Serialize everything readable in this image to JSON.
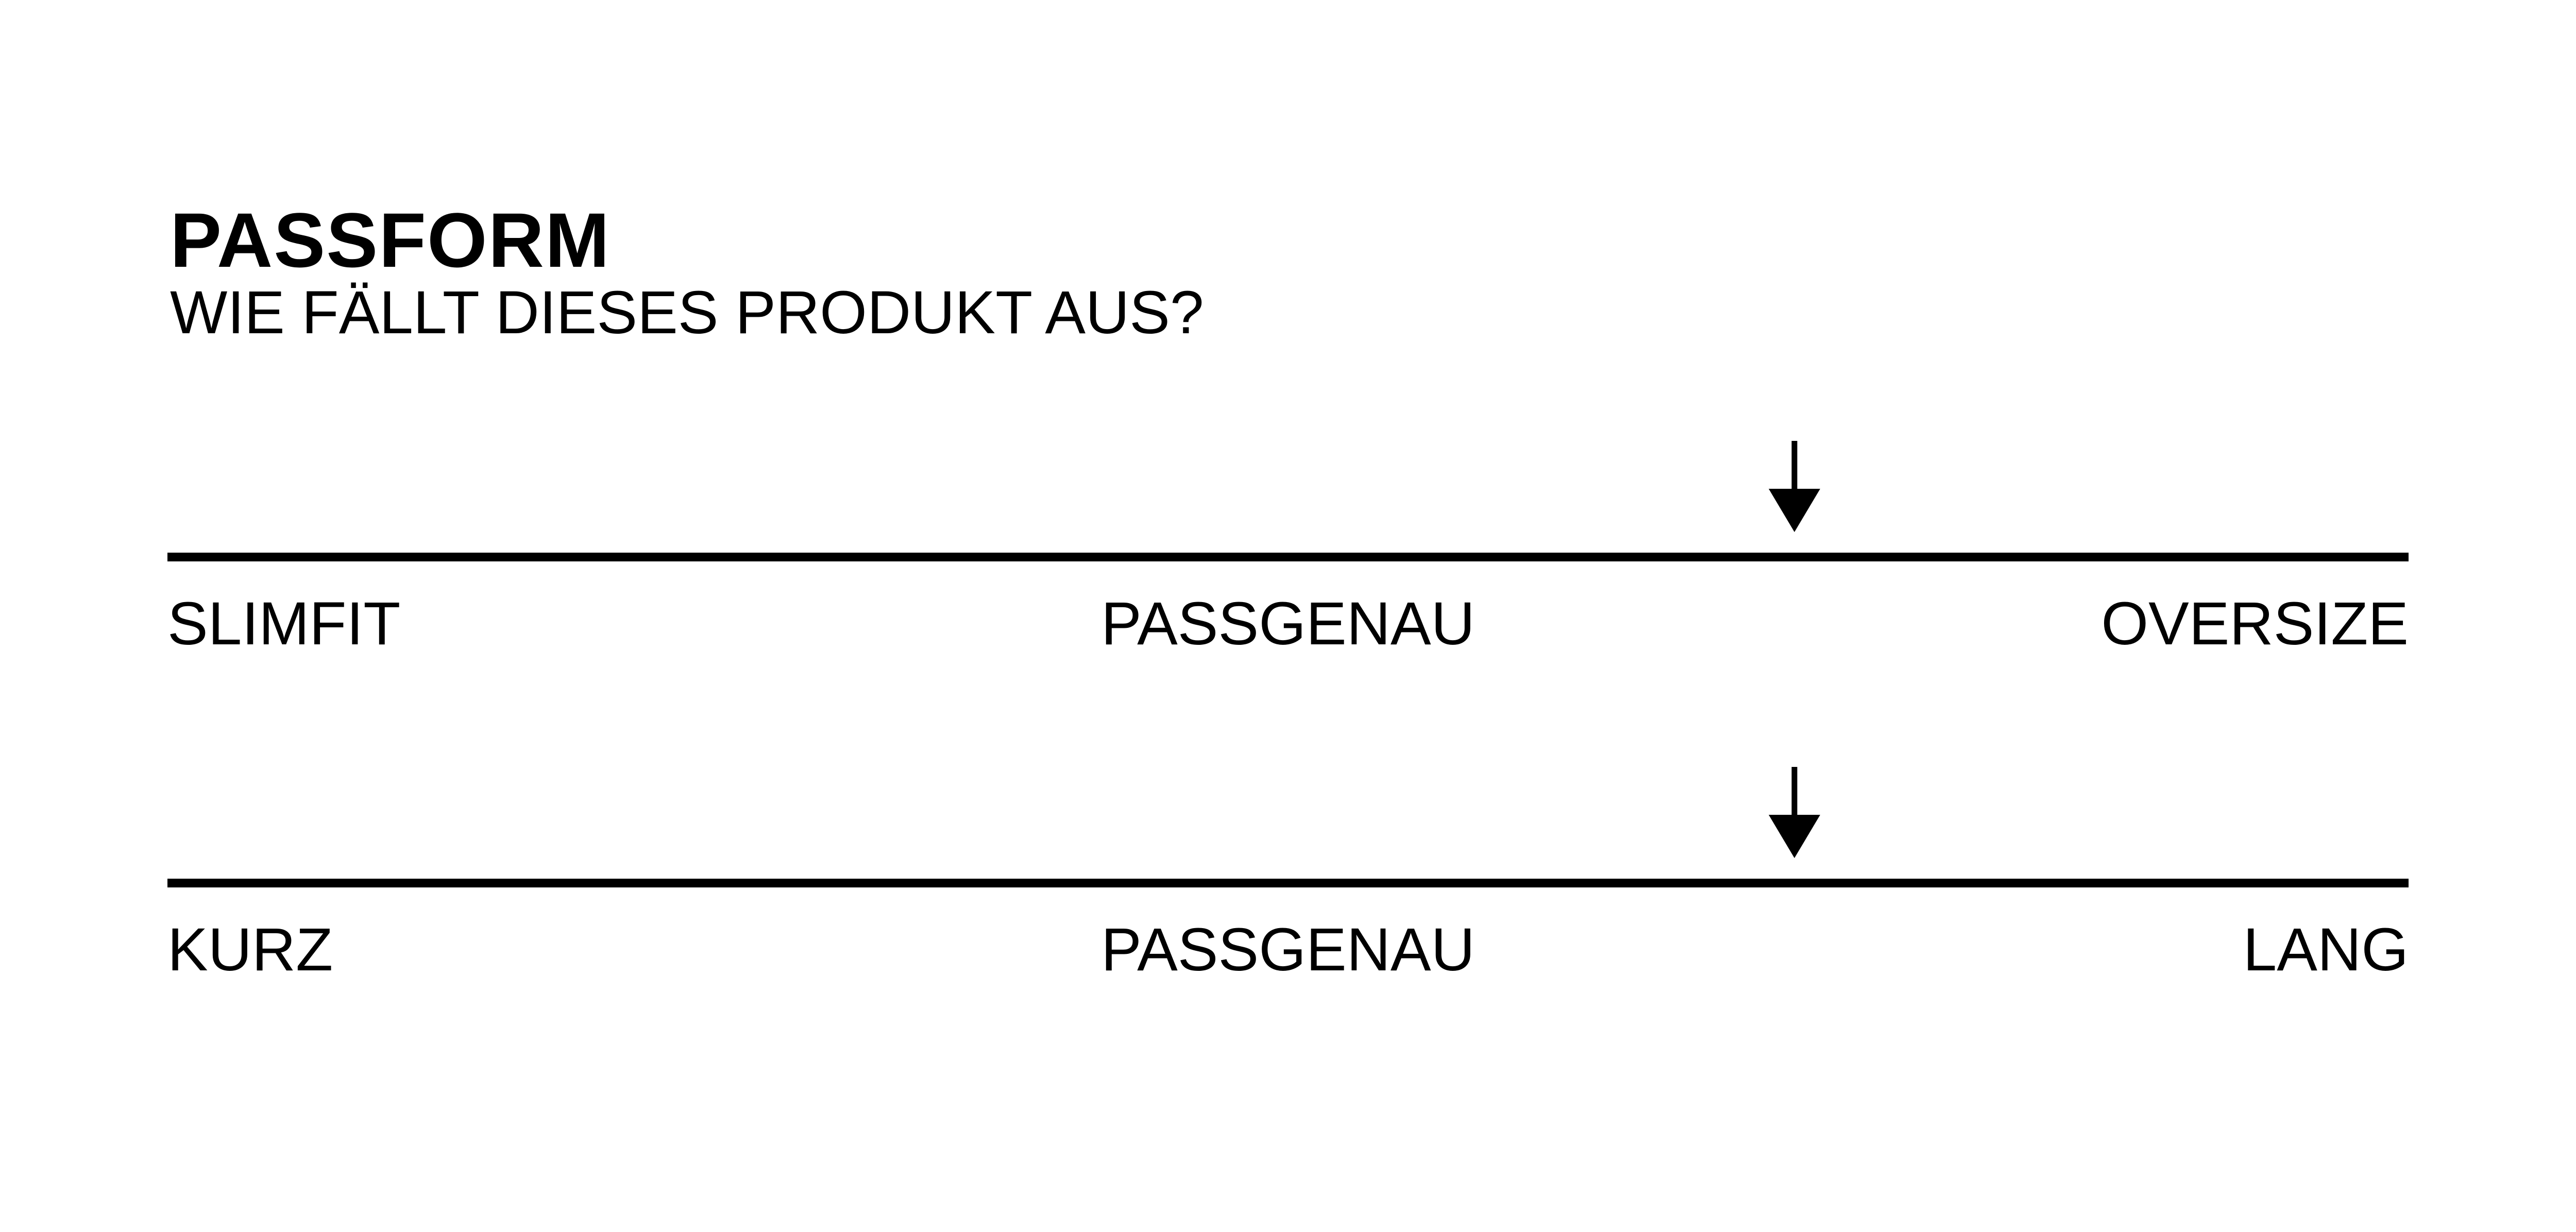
{
  "title": "PASSFORM",
  "subtitle": "WIE FÄLLT DIESES PRODUKT AUS?",
  "colors": {
    "ink": "#000000",
    "background": "#ffffff"
  },
  "scales": [
    {
      "name": "width-fit-scale",
      "left_label": "SLIMFIT",
      "center_label": "PASSGENAU",
      "right_label": "OVERSIZE",
      "marker_percent": 72.6
    },
    {
      "name": "length-fit-scale",
      "left_label": "KURZ",
      "center_label": "PASSGENAU",
      "right_label": "LANG",
      "marker_percent": 72.6
    }
  ]
}
